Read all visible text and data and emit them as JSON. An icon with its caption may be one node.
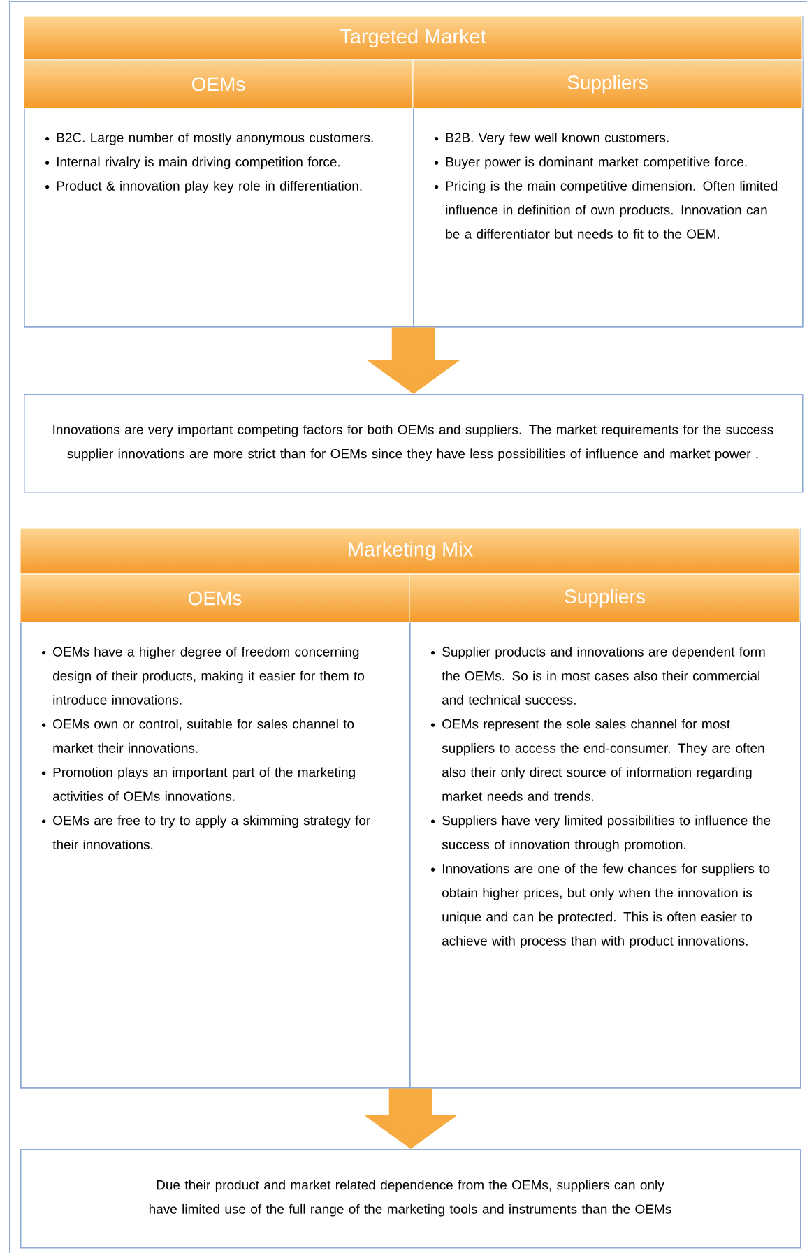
{
  "diagram": {
    "nodes": [
      {
        "text": [
          "Targeted Market"
        ]
      },
      {
        "text": [
          "OEMs",
          "B2C. Large number of mostly anonymous customers.",
          "Internal rivalry is main driving competition force.",
          "Product & innovation play key role in differentiation."
        ],
        "in": 0
      },
      {
        "text": [
          "Suppliers",
          "B2B. Very few well known customers.",
          "Buyer power is dominant market competitive force.",
          "Pricing is the main competitive dimension. Often limited influence in definition of own products. Innovation can be a differentiator but needs to fit to the OEM."
        ],
        "in": 0
      },
      {
        "text": [
          "Innovations are very important competing factors for both OEMs and suppliers. The market requirements for the success supplier innovations are more strict than for OEMs since they have less possibilities of influence and market power ."
        ]
      },
      {
        "text": [
          "Marketing Mix"
        ]
      },
      {
        "text": [
          "OEMs",
          "OEMs have a higher degree of freedom concerning design of their products, making it easier for them to introduce innovations.",
          "OEMs own or control, suitable for sales channel to market their innovations.",
          "Promotion plays an important part of the marketing activities of OEMs innovations.",
          "OEMs are free to try to apply a skimming strategy for their innovations."
        ],
        "in": 4
      },
      {
        "text": [
          "Suppliers",
          "Supplier products and innovations are dependent form the OEMs. So is in most cases also their commercial and technical success.",
          "OEMs represent the sole sales channel for most suppliers to access the end-consumer. They are often also their only direct source of information regarding market needs and trends.",
          "Suppliers have very limited possibilities to influence the success of innovation through promotion.",
          "Innovations are one of the few chances for suppliers to obtain higher prices, but only when the innovation is unique and can be protected. This is often easier to achieve with process than with product innovations."
        ],
        "in": 4
      },
      {
        "text": [
          "Due their product and market related dependence from the OEMs, suppliers can only have limited use of the full range of the marketing tools and instruments than the OEMs"
        ]
      }
    ],
    "edges": [
      {
        "from": 0,
        "to": 3,
        "arrow": "to"
      },
      {
        "from": 4,
        "to": 7,
        "arrow": "to"
      }
    ]
  }
}
